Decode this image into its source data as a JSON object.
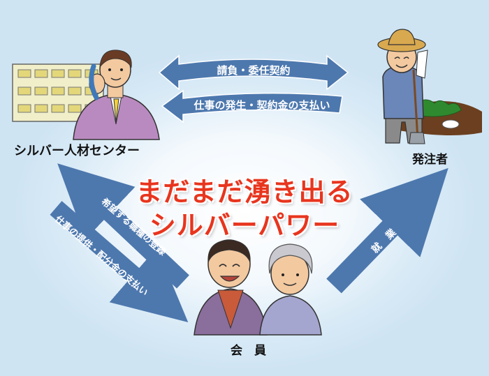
{
  "nodes": {
    "center": "シルバー人材センター",
    "client": "発注者",
    "members": "会　員"
  },
  "title": {
    "line1": "まだまだ湧き出る",
    "line2": "シルバーパワー"
  },
  "flows": {
    "contract": "請負・委任契約",
    "work_payment": "仕事の発生・契約金の支払い",
    "registration": "希望する職種の登録",
    "provision": "仕事の提供・配分金の支払い",
    "employment": "就　業"
  },
  "colors": {
    "arrow": "#4d78ae",
    "title": "#e8351e",
    "background": "#d8eaf6"
  }
}
